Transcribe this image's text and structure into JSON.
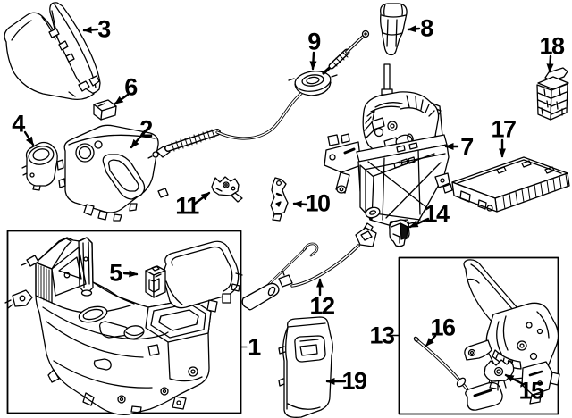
{
  "diagram": {
    "background_color": "#ffffff",
    "line_color": "#000000",
    "callouts": [
      {
        "num": "1"
      },
      {
        "num": "2"
      },
      {
        "num": "3"
      },
      {
        "num": "4"
      },
      {
        "num": "5"
      },
      {
        "num": "6"
      },
      {
        "num": "7"
      },
      {
        "num": "8"
      },
      {
        "num": "9"
      },
      {
        "num": "10"
      },
      {
        "num": "11"
      },
      {
        "num": "12"
      },
      {
        "num": "13"
      },
      {
        "num": "14"
      },
      {
        "num": "15"
      },
      {
        "num": "16"
      },
      {
        "num": "17"
      },
      {
        "num": "18"
      },
      {
        "num": "19"
      }
    ]
  }
}
